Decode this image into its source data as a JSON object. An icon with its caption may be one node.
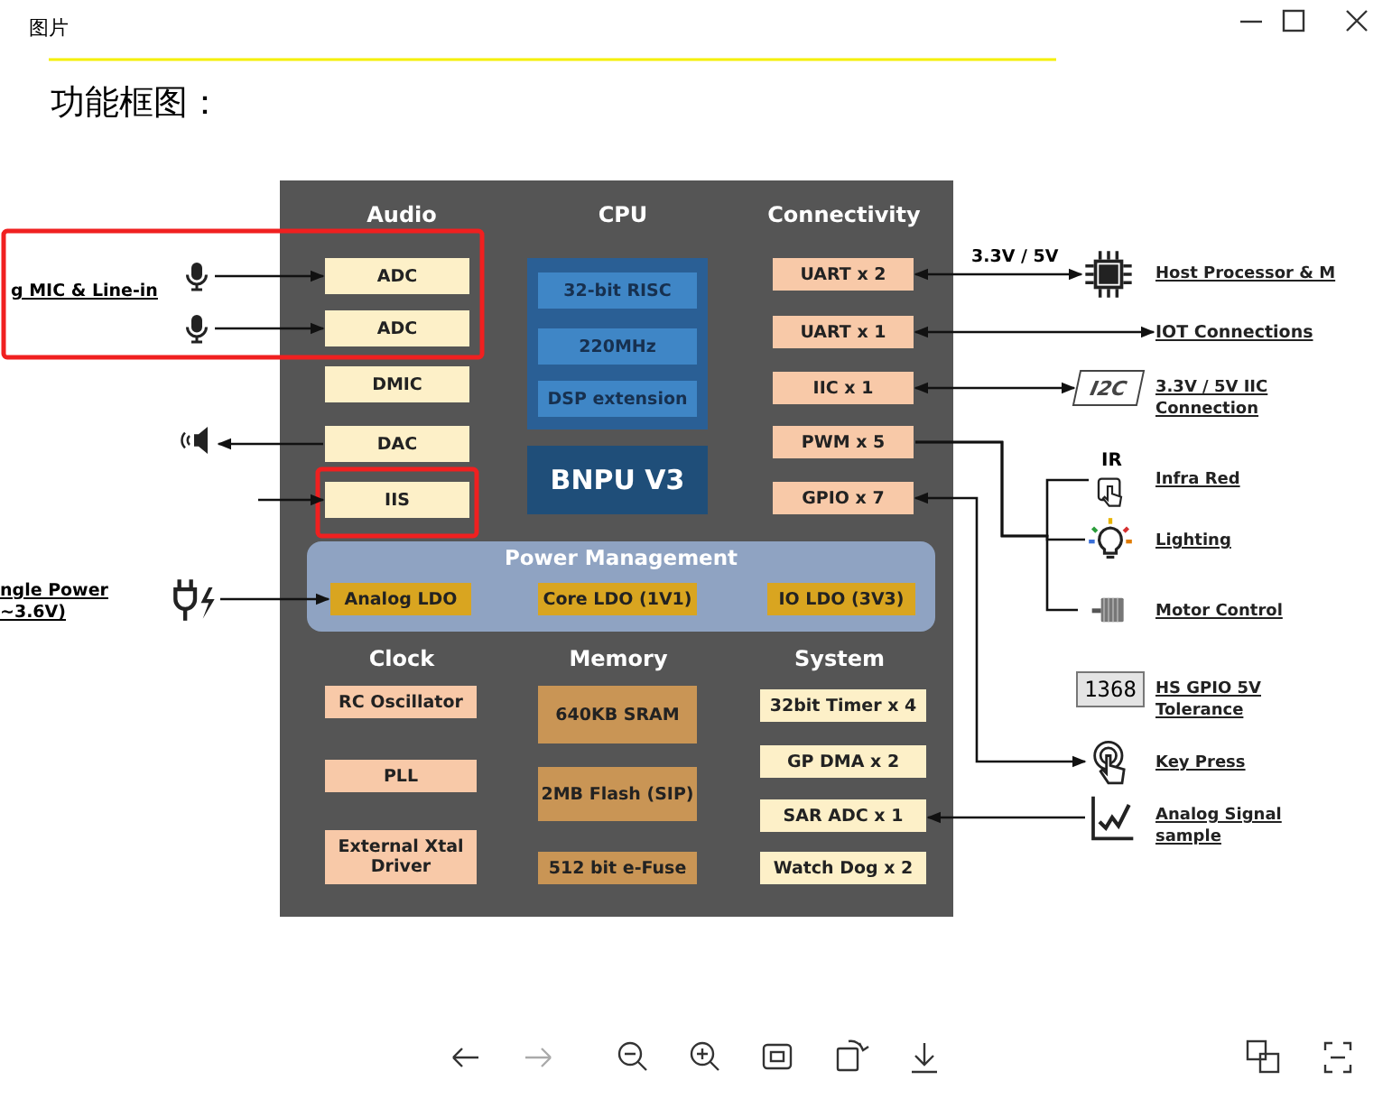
{
  "diagram": {
    "title": "功能框图：",
    "nodes": [
      {
        "text": [],
        "shape": "box"
      },
      {
        "text": [
          "Audio"
        ],
        "in": 0
      },
      {
        "text": [
          "ADC"
        ],
        "in": 1
      },
      {
        "text": [
          "ADC"
        ],
        "in": 1
      },
      {
        "text": [
          "DMIC"
        ],
        "in": 1
      },
      {
        "text": [
          "DAC"
        ],
        "in": 1
      },
      {
        "text": [
          "IIS"
        ],
        "in": 1
      },
      {
        "text": [
          "CPU"
        ],
        "in": 0
      },
      {
        "text": [],
        "shape": "box",
        "in": 7
      },
      {
        "text": [
          "32-bit RISC"
        ],
        "in": 8
      },
      {
        "text": [
          "220MHz"
        ],
        "in": 8
      },
      {
        "text": [
          "DSP extension"
        ],
        "in": 8
      },
      {
        "text": [
          "BNPU V3"
        ],
        "in": 7
      },
      {
        "text": [
          "Connectivity"
        ],
        "in": 0
      },
      {
        "text": [
          "UART x 2"
        ],
        "in": 13
      },
      {
        "text": [
          "UART x 1"
        ],
        "in": 13
      },
      {
        "text": [
          "IIC x 1"
        ],
        "in": 13
      },
      {
        "text": [
          "PWM x 5"
        ],
        "in": 13
      },
      {
        "text": [
          "GPIO x 7"
        ],
        "in": 13
      },
      {
        "text": [
          "Power Management"
        ],
        "in": 0
      },
      {
        "text": [
          "Analog LDO"
        ],
        "in": 19
      },
      {
        "text": [
          "Core LDO (1V1)"
        ],
        "in": 19
      },
      {
        "text": [
          "IO LDO (3V3)"
        ],
        "in": 19
      },
      {
        "text": [
          "Clock"
        ],
        "in": 0
      },
      {
        "text": [
          "RC Oscillator"
        ],
        "in": 23
      },
      {
        "text": [
          "PLL"
        ],
        "in": 23
      },
      {
        "text": [
          "External Xtal Driver"
        ],
        "in": 23
      },
      {
        "text": [
          "Memory"
        ],
        "in": 0
      },
      {
        "text": [
          "640KB SRAM"
        ],
        "in": 27
      },
      {
        "text": [
          "2MB Flash (SIP)"
        ],
        "in": 27
      },
      {
        "text": [
          "512 bit e-Fuse"
        ],
        "in": 27
      },
      {
        "text": [
          "System"
        ],
        "in": 0
      },
      {
        "text": [
          "32bit Timer x 4"
        ],
        "in": 31
      },
      {
        "text": [
          "GP DMA x 2"
        ],
        "in": 31
      },
      {
        "text": [
          "SAR ADC x 1"
        ],
        "in": 31
      },
      {
        "text": [
          "Watch Dog x 2"
        ],
        "in": 31
      },
      {
        "text": [],
        "shape": "picture"
      },
      {
        "text": [],
        "shape": "picture"
      },
      {
        "text": [],
        "shape": "picture"
      },
      {
        "text": [],
        "shape": "picture"
      },
      {
        "text": [],
        "shape": "picture",
        "beside": [
          "Host Processor & M"
        ]
      },
      {
        "text": [
          "IOT Connections"
        ]
      },
      {
        "text": [
          "I2C"
        ],
        "beside": [
          "3.3V / 5V IIC Connection"
        ]
      },
      {
        "text": [
          "IR"
        ],
        "beside": [
          "Infra Red"
        ]
      },
      {
        "text": [],
        "shape": "picture",
        "beside": [
          "Lighting"
        ]
      },
      {
        "text": [],
        "shape": "picture",
        "beside": [
          "Motor Control"
        ]
      },
      {
        "text": [
          "1368"
        ],
        "beside": [
          "HS GPIO 5V Tolerance"
        ]
      },
      {
        "text": [],
        "shape": "picture",
        "beside": [
          "Key Press"
        ]
      },
      {
        "text": [],
        "shape": "picture",
        "beside": [
          "Analog Signal sample"
        ]
      }
    ],
    "edges": [
      {
        "from": 36,
        "to": 2,
        "arrow": "to"
      },
      {
        "from": 37,
        "to": 3,
        "arrow": "to"
      },
      {
        "from": 5,
        "to": 38,
        "arrow": "to"
      },
      {
        "from": null,
        "to": 6,
        "arrow": "to"
      },
      {
        "from": 39,
        "to": 20,
        "arrow": "to"
      },
      {
        "from": 14,
        "to": 40,
        "arrow": "both",
        "label": "3.3V / 5V"
      },
      {
        "from": 15,
        "to": 41,
        "arrow": "both"
      },
      {
        "from": 16,
        "to": 42,
        "arrow": "both"
      },
      {
        "from": 17,
        "to": 43,
        "arrow": "none"
      },
      {
        "from": 17,
        "to": 44,
        "arrow": "none"
      },
      {
        "from": 17,
        "to": 45,
        "arrow": "none"
      },
      {
        "from": 18,
        "to": 47,
        "arrow": "both"
      },
      {
        "from": 48,
        "to": 34,
        "arrow": "to"
      }
    ],
    "labels": [
      "图片",
      "g MIC & Line-in",
      "ngle Power ~3.6V)"
    ]
  }
}
